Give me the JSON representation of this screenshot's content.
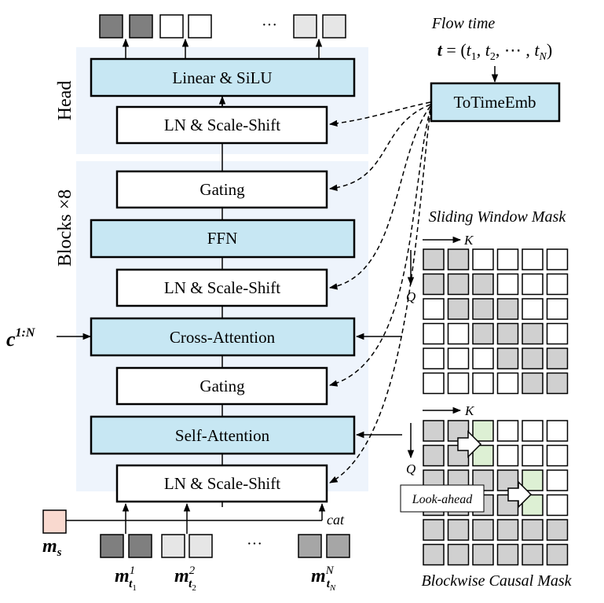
{
  "colors": {
    "panel_bg": "#eef4fc",
    "module_blue": "#c7e7f3",
    "box_border": "#000000",
    "token_dark": "#7f7f7f",
    "token_light": "#e6e6e6",
    "token_mid": "#a6a6a6",
    "mask_gray": "#d0d0d0",
    "mask_green": "#ddf0d4",
    "source_token": "#f9d9cf"
  },
  "head": {
    "label": "Head",
    "linear_silu": "Linear & SiLU",
    "ln_scale_shift": "LN & Scale-Shift"
  },
  "blocks": {
    "label": "Blocks ×8",
    "gating_top": "Gating",
    "ffn": "FFN",
    "ln_scale_shift_mid": "LN & Scale-Shift",
    "cross_attention": "Cross-Attention",
    "gating_bottom": "Gating",
    "self_attention": "Self-Attention",
    "ln_scale_shift_bottom": "LN & Scale-Shift"
  },
  "time": {
    "title": "Flow time",
    "formula": {
      "t": "t",
      "eq": " = (",
      "t1": "t",
      "t1_sub": "1",
      "comma1": ", ",
      "t2": "t",
      "t2_sub": "2",
      "comma2": ", ⋯ , ",
      "tN": "t",
      "tN_sub": "N",
      "close": ")"
    },
    "embed_box": "ToTimeEmb"
  },
  "condition": {
    "base": "c",
    "sup": "1:N"
  },
  "source": {
    "label": "m",
    "sub": "s"
  },
  "cat_label": "cat",
  "ellipsis_top": "···",
  "ellipsis_bottom": "···",
  "inputs": [
    {
      "base": "m",
      "sup": "1",
      "sub": "t",
      "subsub": "1"
    },
    {
      "base": "m",
      "sup": "2",
      "sub": "t",
      "subsub": "2"
    },
    {
      "base": "m",
      "sup": "N",
      "sub": "t",
      "subsub": "N"
    }
  ],
  "sliding_mask": {
    "title": "Sliding Window Mask",
    "k_label": "K",
    "q_label": "Q",
    "grid": [
      [
        1,
        1,
        0,
        0,
        0,
        0
      ],
      [
        1,
        1,
        1,
        0,
        0,
        0
      ],
      [
        0,
        1,
        1,
        1,
        0,
        0
      ],
      [
        0,
        0,
        1,
        1,
        1,
        0
      ],
      [
        0,
        0,
        0,
        1,
        1,
        1
      ],
      [
        0,
        0,
        0,
        0,
        1,
        1
      ]
    ]
  },
  "blockwise_mask": {
    "title": "Blockwise Causal Mask",
    "k_label": "K",
    "q_label": "Q",
    "lookahead_label": "Look-ahead",
    "grid": [
      [
        1,
        1,
        2,
        0,
        0,
        0
      ],
      [
        1,
        1,
        2,
        0,
        0,
        0
      ],
      [
        1,
        1,
        1,
        1,
        2,
        0
      ],
      [
        1,
        1,
        1,
        1,
        2,
        0
      ],
      [
        1,
        1,
        1,
        1,
        1,
        1
      ],
      [
        1,
        1,
        1,
        1,
        1,
        1
      ]
    ]
  }
}
